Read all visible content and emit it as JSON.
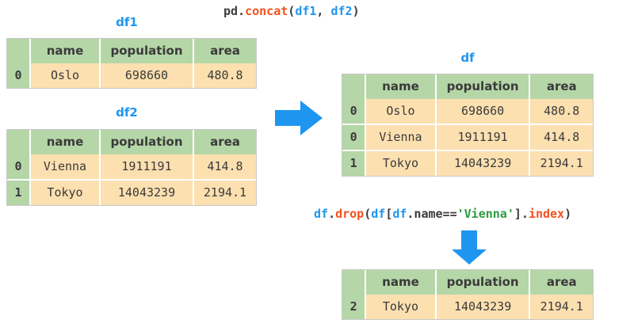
{
  "page": {
    "title": "pandas concat and drop illustration"
  },
  "code_concat": {
    "tokens": [
      {
        "text": "pd.",
        "kind": "plain"
      },
      {
        "text": "concat",
        "kind": "fn"
      },
      {
        "text": "(",
        "kind": "plain"
      },
      {
        "text": "df1",
        "kind": "var"
      },
      {
        "text": ", ",
        "kind": "plain"
      },
      {
        "text": "df2",
        "kind": "var"
      },
      {
        "text": ")",
        "kind": "plain"
      }
    ],
    "plain_text": "pd.concat(df1, df2)"
  },
  "code_drop": {
    "tokens": [
      {
        "text": "df",
        "kind": "var"
      },
      {
        "text": ".",
        "kind": "plain"
      },
      {
        "text": "drop",
        "kind": "fn"
      },
      {
        "text": "(",
        "kind": "plain"
      },
      {
        "text": "df",
        "kind": "var"
      },
      {
        "text": "[",
        "kind": "plain"
      },
      {
        "text": "df",
        "kind": "var"
      },
      {
        "text": ".name==",
        "kind": "plain"
      },
      {
        "text": "'Vienna'",
        "kind": "str"
      },
      {
        "text": "]",
        "kind": "plain"
      },
      {
        "text": ".",
        "kind": "plain"
      },
      {
        "text": "index",
        "kind": "fn"
      },
      {
        "text": ")",
        "kind": "plain"
      }
    ],
    "plain_text": "df.drop(df[df.name=='Vienna'].index)"
  },
  "tables": {
    "df1": {
      "caption": "df1",
      "columns": [
        "",
        "name",
        "population",
        "area"
      ],
      "index": [
        "0"
      ],
      "rows": [
        [
          "Oslo",
          "698660",
          "480.8"
        ]
      ]
    },
    "df2": {
      "caption": "df2",
      "columns": [
        "",
        "name",
        "population",
        "area"
      ],
      "index": [
        "0",
        "1"
      ],
      "rows": [
        [
          "Vienna",
          "1911191",
          "414.8"
        ],
        [
          "Tokyo",
          "14043239",
          "2194.1"
        ]
      ]
    },
    "df": {
      "caption": "df",
      "columns": [
        "",
        "name",
        "population",
        "area"
      ],
      "index": [
        "0",
        "0",
        "1"
      ],
      "rows": [
        [
          "Oslo",
          "698660",
          "480.8"
        ],
        [
          "Vienna",
          "1911191",
          "414.8"
        ],
        [
          "Tokyo",
          "14043239",
          "2194.1"
        ]
      ]
    },
    "result": {
      "caption": "",
      "columns": [
        "",
        "name",
        "population",
        "area"
      ],
      "index": [
        "2"
      ],
      "rows": [
        [
          "Tokyo",
          "14043239",
          "2194.1"
        ]
      ]
    }
  },
  "arrows": {
    "right": {
      "name": "right-arrow",
      "direction": "right"
    },
    "down": {
      "name": "down-arrow",
      "direction": "down"
    }
  },
  "colors": {
    "accent_blue": "#1e96f0",
    "header_green": "#b5d6a7",
    "cell_peach": "#fce0b0",
    "code_orange": "#f4511e",
    "code_string_green": "#2e9b3f",
    "code_plain": "#3c3c3c"
  }
}
